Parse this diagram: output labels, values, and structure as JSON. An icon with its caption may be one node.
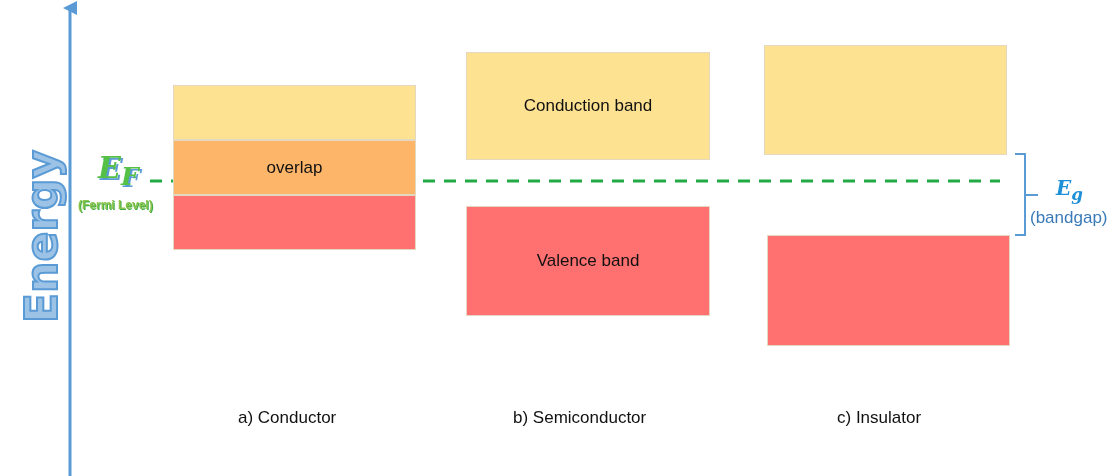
{
  "diagram": {
    "nodes": [
      {
        "text": [],
        "shape": "box"
      },
      {
        "text": [
          "overlap"
        ]
      },
      {
        "text": [],
        "shape": "box"
      },
      {
        "text": [
          "Conduction band"
        ]
      },
      {
        "text": [
          "Valence band"
        ]
      },
      {
        "text": [],
        "shape": "box"
      },
      {
        "text": [],
        "shape": "box"
      }
    ],
    "edges": [],
    "labels": [
      "Energy",
      "E$_{F}$",
      "(Fermi Level)",
      "E$_{g}$",
      "(bandgap)",
      "a) Conductor",
      "b) Semiconductor",
      "c) Insulator"
    ]
  }
}
